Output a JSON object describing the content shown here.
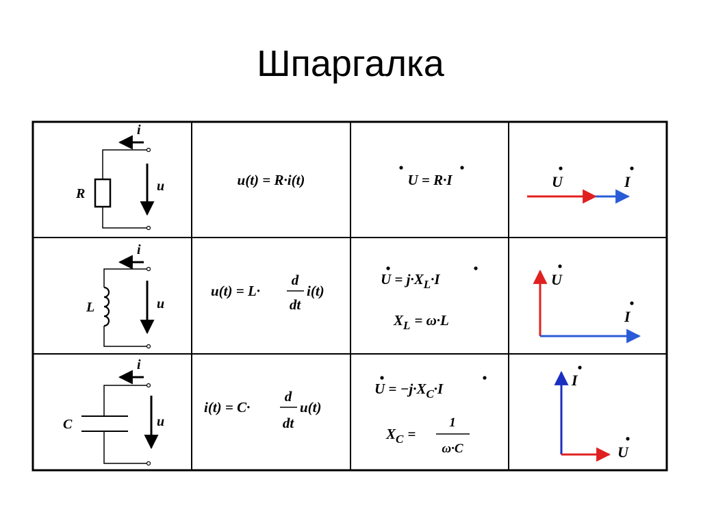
{
  "title": "Шпаргалка",
  "colors": {
    "voltage": "#e02020",
    "current": "#2a5bd7",
    "current_dark": "#1a2fc0",
    "line": "#000000",
    "grid": "#000000"
  },
  "rows": [
    {
      "element": "resistor",
      "component_label": "R",
      "current_label": "i",
      "voltage_label": "u",
      "time_eq": [
        "u(t) = R·i(t)"
      ],
      "phasor_eq": [
        "U = R·I"
      ],
      "vec_u_label": "U",
      "vec_i_label": "I"
    },
    {
      "element": "inductor",
      "component_label": "L",
      "current_label": "i",
      "voltage_label": "u",
      "time_lhs": "u(t) = L·",
      "time_num": "d",
      "time_den": "dt",
      "time_rhs": "i(t)",
      "phasor_eq_a": "U = j·X",
      "phasor_eq_a_sub": "L",
      "phasor_eq_a_end": "·I",
      "reactance_lhs": "X",
      "reactance_sub": "L",
      "reactance_rhs": "= ω·L",
      "vec_u_label": "U",
      "vec_i_label": "I"
    },
    {
      "element": "capacitor",
      "component_label": "C",
      "current_label": "i",
      "voltage_label": "u",
      "time_lhs": "i(t) = C·",
      "time_num": "d",
      "time_den": "dt",
      "time_rhs": "u(t)",
      "phasor_eq_a": "U = −j·X",
      "phasor_eq_a_sub": "C",
      "phasor_eq_a_end": "·I",
      "reactance_lhs": "X",
      "reactance_sub": "C",
      "reactance_eq": "=",
      "reactance_num": "1",
      "reactance_den": "ω·C",
      "vec_u_label": "U",
      "vec_i_label": "I"
    }
  ]
}
